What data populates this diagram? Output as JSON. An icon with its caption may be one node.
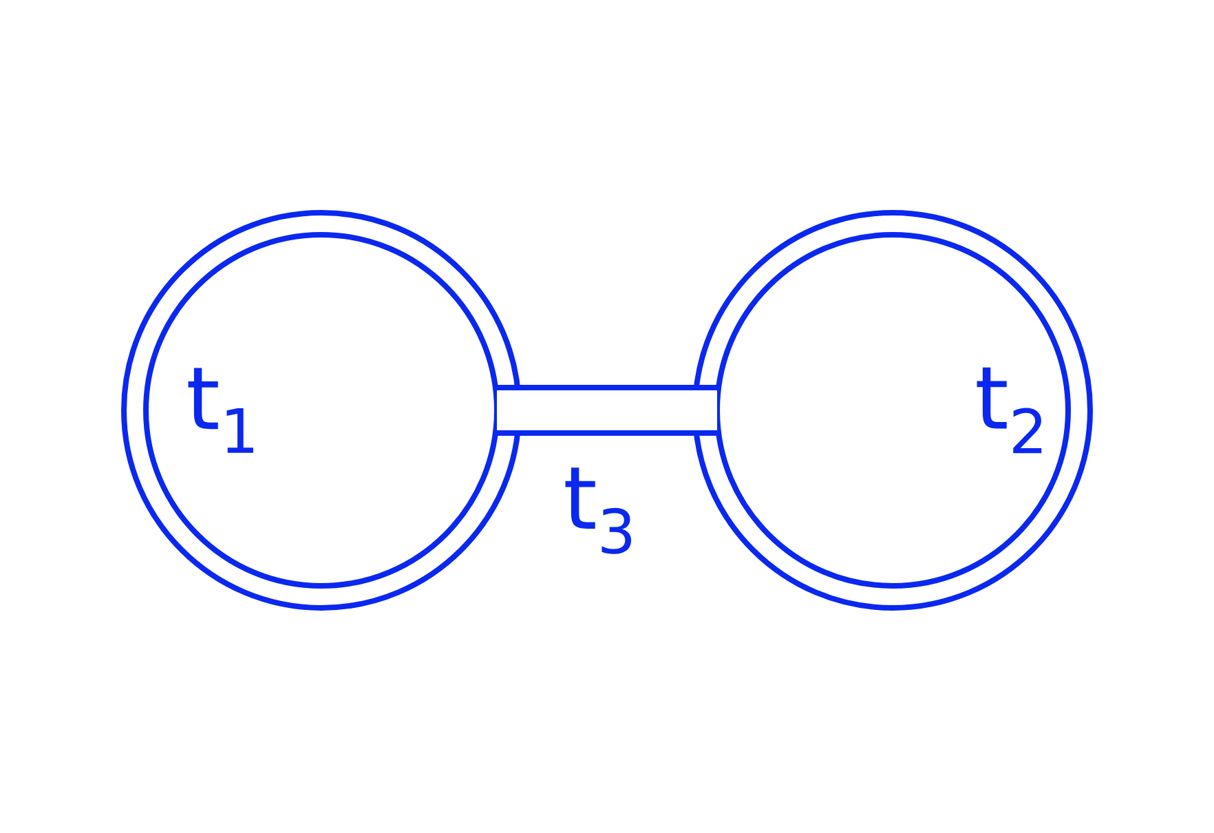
{
  "diagram": {
    "nodes": [
      {
        "text": [
          "t$_{1}$"
        ]
      },
      {
        "text": [
          "t$_{2}$"
        ]
      }
    ],
    "edges": [
      {
        "from": 0,
        "to": 1,
        "arrow": "none",
        "label": "t$_{3}$"
      }
    ]
  }
}
